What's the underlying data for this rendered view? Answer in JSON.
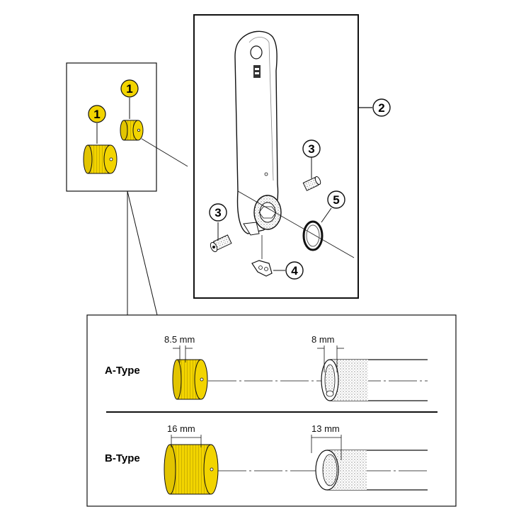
{
  "callouts": {
    "c1a": "1",
    "c1b": "1",
    "c2": "2",
    "c3a": "3",
    "c3b": "3",
    "c4": "4",
    "c5": "5"
  },
  "types": [
    {
      "label": "A-Type",
      "left_dim": "8.5 mm",
      "right_dim": "8 mm"
    },
    {
      "label": "B-Type",
      "left_dim": "16 mm",
      "right_dim": "13 mm"
    }
  ],
  "colors": {
    "cap_yellow": "#f2d400",
    "cap_shadow": "#b89c00",
    "line": "#111111"
  }
}
